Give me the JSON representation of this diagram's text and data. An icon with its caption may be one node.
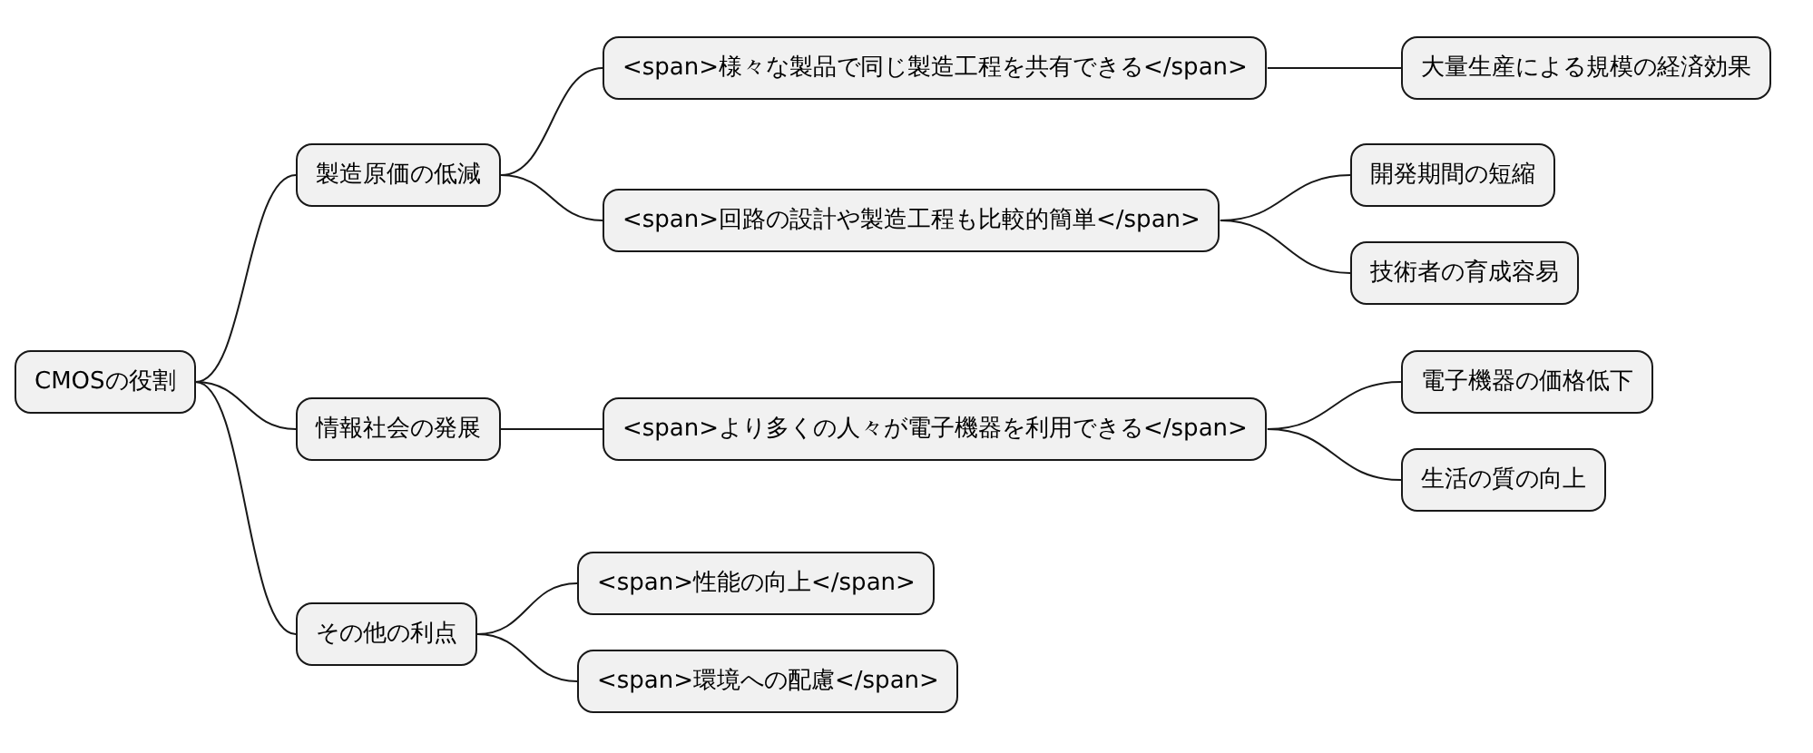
{
  "diagram": {
    "nodes": [
      {
        "text": [
          "CMOSの役割"
        ]
      },
      {
        "text": [
          "製造原価の低減"
        ]
      },
      {
        "text": [
          "<span>様々な製品で同じ製造工程を共有できる</span>"
        ]
      },
      {
        "text": [
          "大量生産による規模の経済効果"
        ]
      },
      {
        "text": [
          "<span>回路の設計や製造工程も比較的簡単</span>"
        ]
      },
      {
        "text": [
          "開発期間の短縮"
        ]
      },
      {
        "text": [
          "技術者の育成容易"
        ]
      },
      {
        "text": [
          "情報社会の発展"
        ]
      },
      {
        "text": [
          "<span>より多くの人々が電子機器を利用できる</span>"
        ]
      },
      {
        "text": [
          "電子機器の価格低下"
        ]
      },
      {
        "text": [
          "生活の質の向上"
        ]
      },
      {
        "text": [
          "その他の利点"
        ]
      },
      {
        "text": [
          "<span>性能の向上</span>"
        ]
      },
      {
        "text": [
          "<span>環境への配慮</span>"
        ]
      }
    ],
    "edges": [
      {
        "from": 0,
        "to": 1,
        "arrow": "none"
      },
      {
        "from": 1,
        "to": 2,
        "arrow": "none"
      },
      {
        "from": 2,
        "to": 3,
        "arrow": "none"
      },
      {
        "from": 1,
        "to": 4,
        "arrow": "none"
      },
      {
        "from": 4,
        "to": 5,
        "arrow": "none"
      },
      {
        "from": 4,
        "to": 6,
        "arrow": "none"
      },
      {
        "from": 0,
        "to": 7,
        "arrow": "none"
      },
      {
        "from": 7,
        "to": 8,
        "arrow": "none"
      },
      {
        "from": 8,
        "to": 9,
        "arrow": "none"
      },
      {
        "from": 8,
        "to": 10,
        "arrow": "none"
      },
      {
        "from": 0,
        "to": 11,
        "arrow": "none"
      },
      {
        "from": 11,
        "to": 12,
        "arrow": "none"
      },
      {
        "from": 11,
        "to": 13,
        "arrow": "none"
      }
    ]
  }
}
